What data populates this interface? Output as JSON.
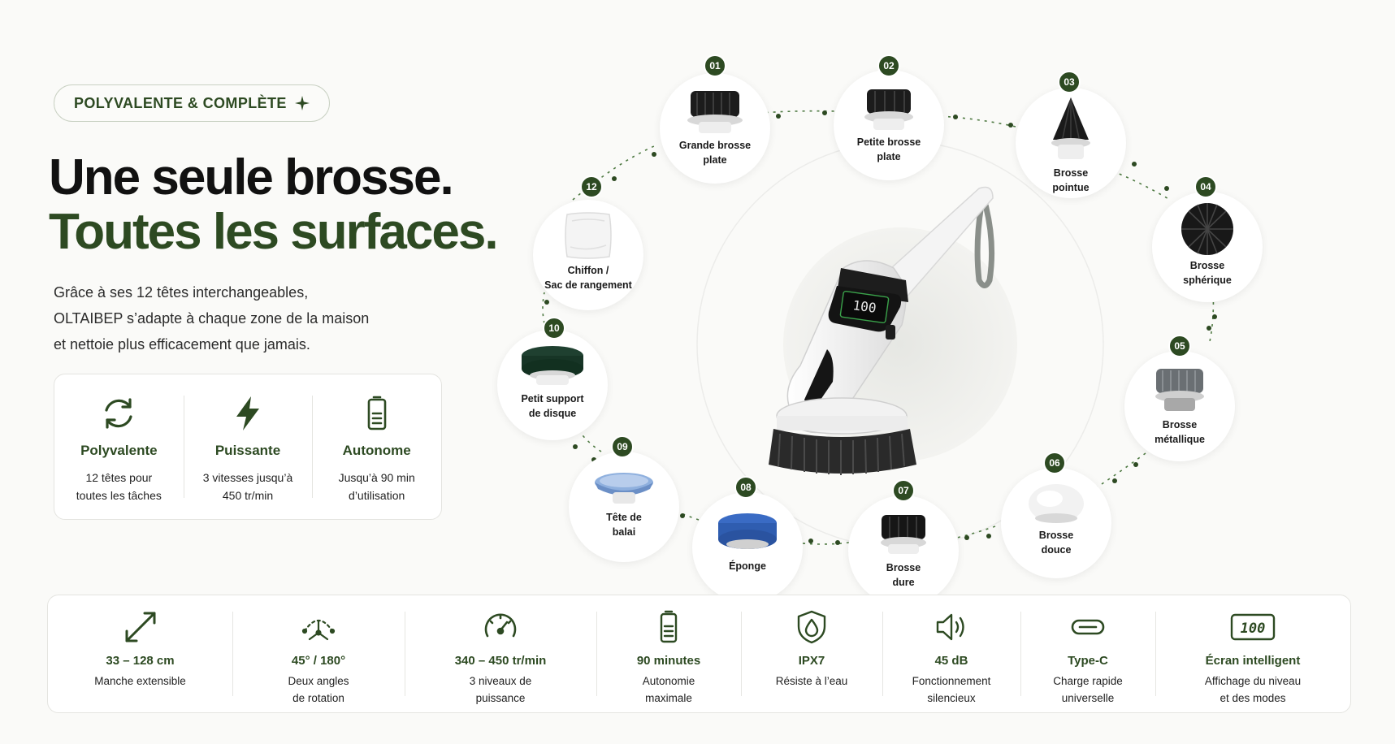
{
  "badge": {
    "label": "POLYVALENTE & COMPLÈTE"
  },
  "heading": {
    "line1": "Une seule brosse.",
    "line2": "Toutes les surfaces."
  },
  "intro": {
    "line1": "Grâce à ses 12 têtes interchangeables,",
    "line2": "OLTAIBEP s’adapte à chaque zone de la maison",
    "line3": "et nettoie plus efficacement que jamais."
  },
  "features": [
    {
      "icon": "refresh-icon",
      "title": "Polyvalente",
      "line1": "12 têtes pour",
      "line2": "toutes les tâches"
    },
    {
      "icon": "lightning-icon",
      "title": "Puissante",
      "line1": "3 vitesses jusqu’à",
      "line2": "450 tr/min"
    },
    {
      "icon": "battery-icon",
      "title": "Autonome",
      "line1": "Jusqu’à 90 min",
      "line2": "d’utilisation"
    }
  ],
  "device": {
    "display": "100"
  },
  "heads": [
    {
      "num": "01",
      "line1": "Grande brosse",
      "line2": "plate",
      "img": "flat-black-brush"
    },
    {
      "num": "02",
      "line1": "Petite brosse",
      "line2": "plate",
      "img": "small-black-brush"
    },
    {
      "num": "03",
      "line1": "Brosse",
      "line2": "pointue",
      "img": "cone-black-brush"
    },
    {
      "num": "04",
      "line1": "Brosse",
      "line2": "sphérique",
      "img": "round-black-brush"
    },
    {
      "num": "05",
      "line1": "Brosse",
      "line2": "métallique",
      "img": "grey-brush"
    },
    {
      "num": "06",
      "line1": "Brosse",
      "line2": "douce",
      "img": "white-soft-brush"
    },
    {
      "num": "07",
      "line1": "Brosse",
      "line2": "dure",
      "img": "hard-black-brush"
    },
    {
      "num": "08",
      "line1": "Éponge",
      "line2": "",
      "img": "blue-sponge"
    },
    {
      "num": "09",
      "line1": "Tête de",
      "line2": "balai",
      "img": "blue-mop"
    },
    {
      "num": "10",
      "line1": "Petit support",
      "line2": "de disque",
      "img": "green-disc"
    },
    {
      "num": "12",
      "line1": "Chiffon /",
      "line2": "Sac de rangement",
      "img": "white-cloth"
    }
  ],
  "specs": [
    {
      "icon": "extend-icon",
      "title": "33 – 128 cm",
      "line1": "Manche extensible",
      "line2": ""
    },
    {
      "icon": "rotation-icon",
      "title": "45° / 180°",
      "line1": "Deux angles",
      "line2": "de rotation"
    },
    {
      "icon": "gauge-icon",
      "title": "340 – 450 tr/min",
      "line1": "3 niveaux de",
      "line2": "puissance"
    },
    {
      "icon": "battery-icon",
      "title": "90 minutes",
      "line1": "Autonomie",
      "line2": "maximale"
    },
    {
      "icon": "shield-drop-icon",
      "title": "IPX7",
      "line1": "Résiste à l’eau",
      "line2": ""
    },
    {
      "icon": "speaker-icon",
      "title": "45 dB",
      "line1": "Fonctionnement",
      "line2": "silencieux"
    },
    {
      "icon": "usb-c-icon",
      "title": "Type-C",
      "line1": "Charge rapide",
      "line2": "universelle"
    },
    {
      "icon": "screen-icon",
      "title": "Écran intelligent",
      "line1": "Affichage du niveau",
      "line2": "et des modes"
    }
  ],
  "colors": {
    "accent": "#2d4a22",
    "background": "#fafaf8"
  }
}
